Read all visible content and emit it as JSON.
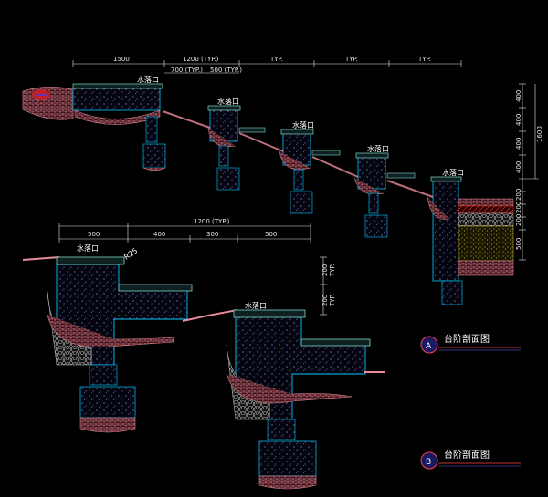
{
  "section_a": {
    "top_dims": [
      "1500",
      "1200 (TYP.)",
      "TYP.",
      "TYP.",
      "TYP."
    ],
    "sub_dims": [
      "700 (TYP.)",
      "500 (TYP.)"
    ],
    "drain_label": "水落口",
    "right_dims_upper": [
      "400",
      "400",
      "400",
      "400"
    ],
    "right_dim_total": "1600",
    "right_dims_lower": [
      "200",
      "200",
      "200",
      "500"
    ],
    "badge": "A",
    "title": "台阶剖面图"
  },
  "section_b": {
    "top_dims": [
      "500",
      "1200 (TYP.)"
    ],
    "sub_dims": [
      "400",
      "300",
      "500"
    ],
    "drain_label": "水落口",
    "r_label": "R25",
    "right_dims": [
      "200",
      "TYP.",
      "200",
      "TYP."
    ],
    "badge": "B",
    "title": "台阶剖面图"
  },
  "colors": {
    "background": "#000000",
    "dim_line": "#e8e8e8",
    "concrete_outline": "#00c8ff",
    "stone_cap": "#7fd6c8",
    "soil_hatch": "#e88a9a",
    "gravel": "#c8c8c8",
    "sand": "#e6d24a",
    "badge_ring": "#ff4444"
  }
}
